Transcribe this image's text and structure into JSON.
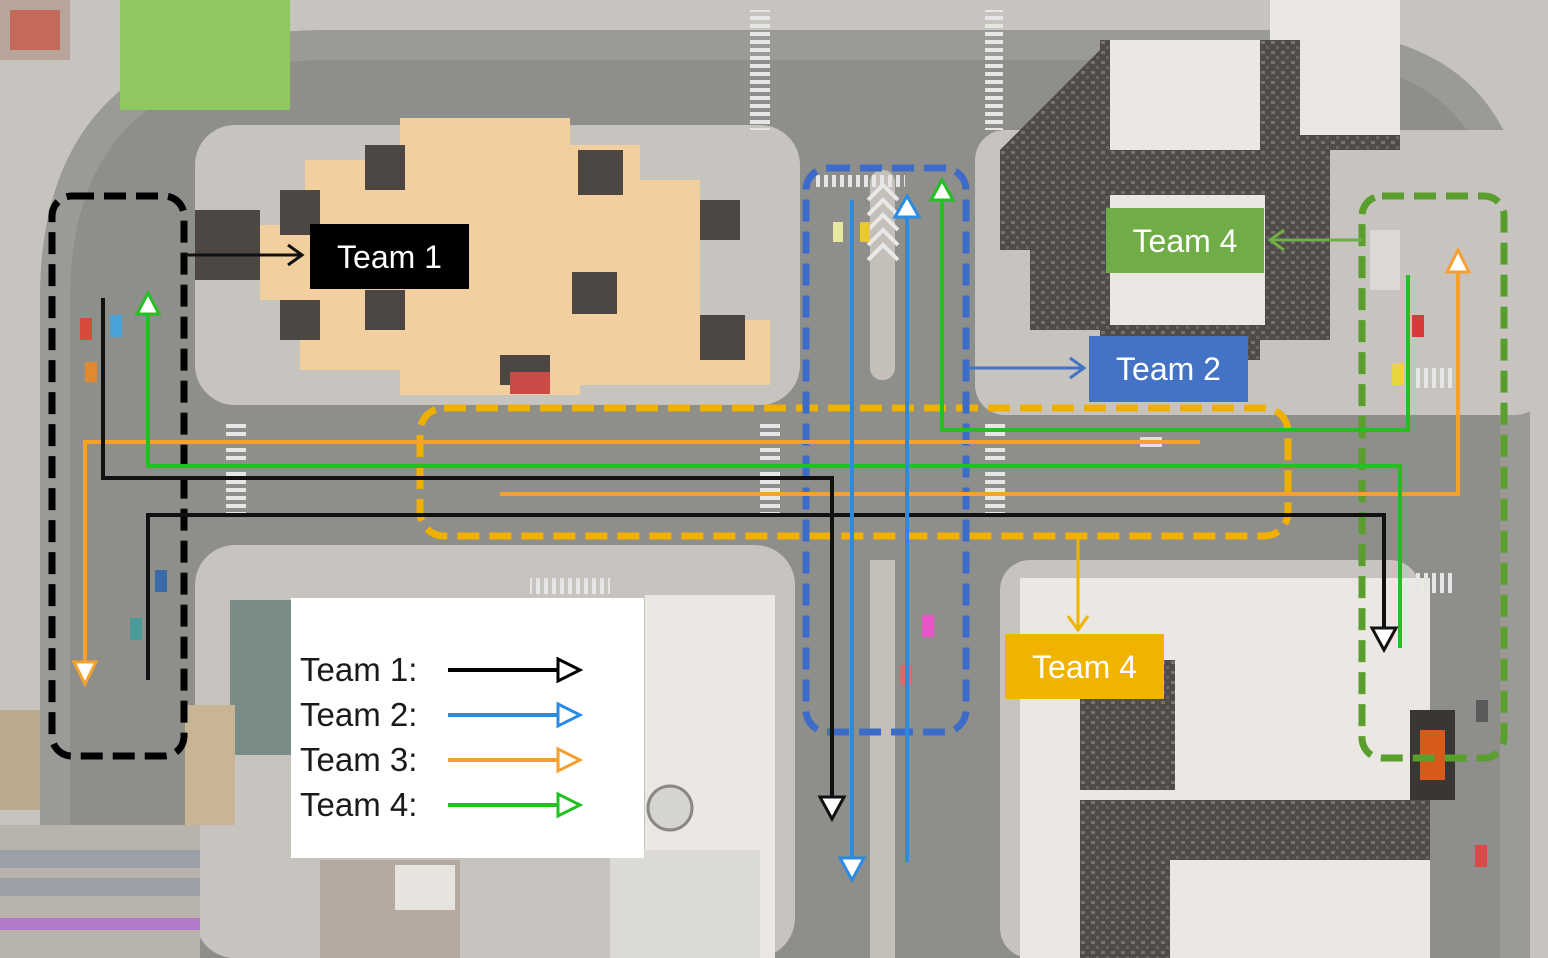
{
  "callouts": {
    "team1": {
      "label": "Team 1",
      "color": "#000000"
    },
    "team4_green": {
      "label": "Team 4",
      "color": "#70ad47"
    },
    "team2": {
      "label": "Team 2",
      "color": "#4472c4"
    },
    "team4_yellow": {
      "label": "Team 4",
      "color": "#f0b400"
    }
  },
  "legend": {
    "items": [
      {
        "label": "Team 1:",
        "color": "#000000"
      },
      {
        "label": "Team 2:",
        "color": "#2b8be0"
      },
      {
        "label": "Team 3:",
        "color": "#f5a030"
      },
      {
        "label": "Team 4:",
        "color": "#22c022"
      }
    ]
  },
  "zones": {
    "team1": {
      "color": "#000000"
    },
    "team2": {
      "color": "#3d6cc8"
    },
    "team3": {
      "color": "#f0b000"
    },
    "team4": {
      "color": "#5a9e2e"
    }
  },
  "map_colors": {
    "road": "#8e8e8b",
    "sidewalk": "#c7c3be",
    "building_tan": "#f2cf9e",
    "building_white": "#ebe7e2",
    "building_dark": "#5d5a57",
    "grass": "#8fc860"
  }
}
